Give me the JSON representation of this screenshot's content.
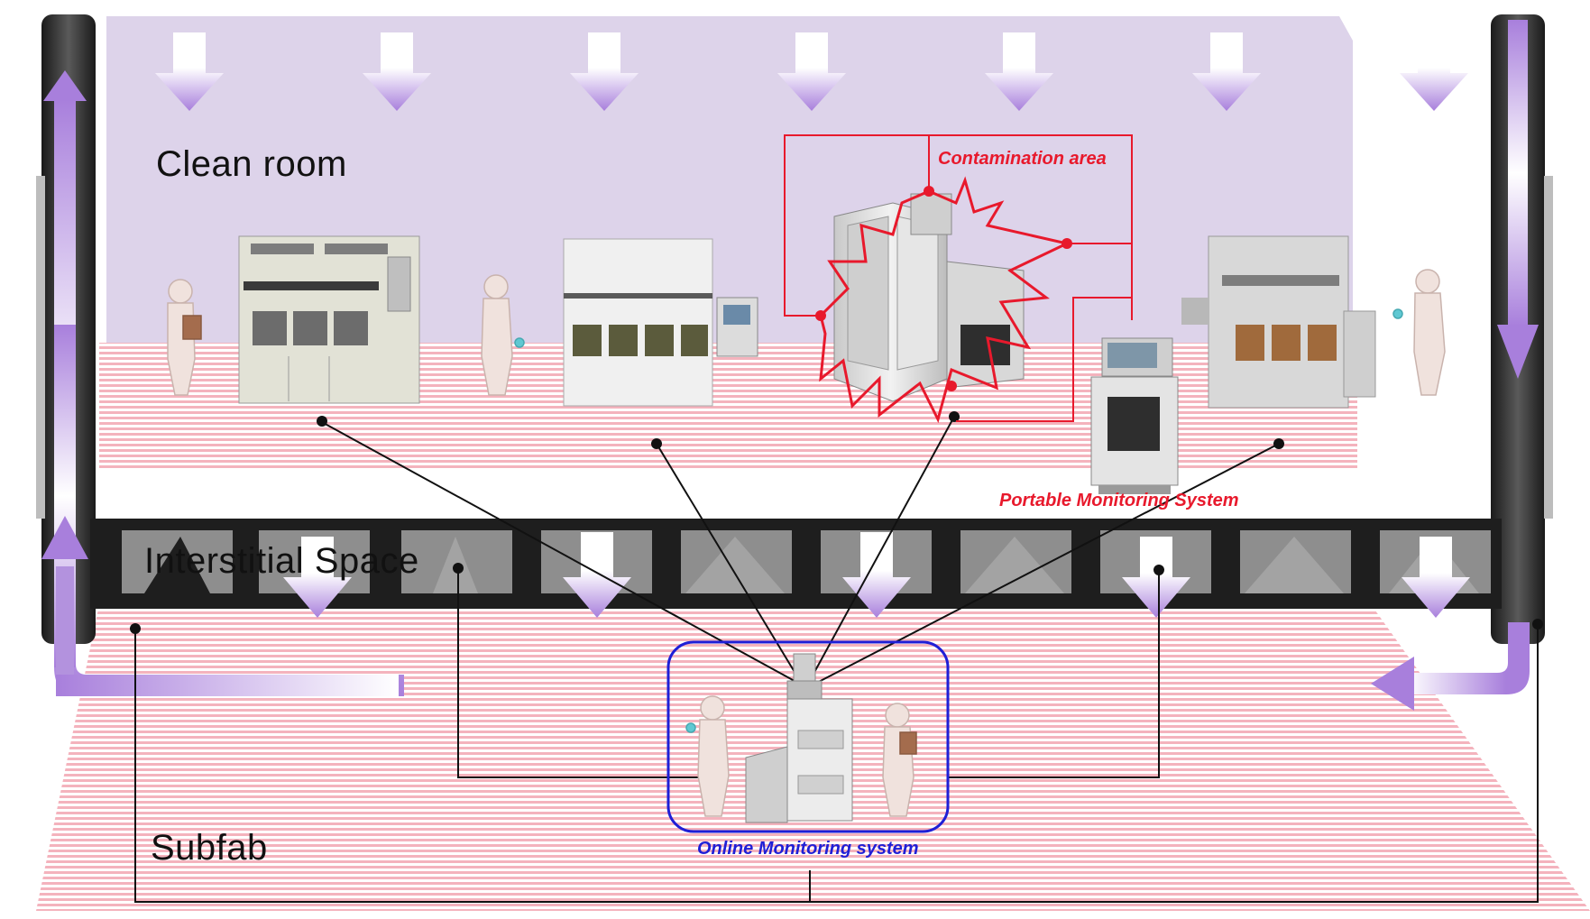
{
  "zones": {
    "clean_room": "Clean room",
    "interstitial": "Interstitial Space",
    "subfab": "Subfab"
  },
  "callouts": {
    "contamination": "Contamination area",
    "portable": "Portable Monitoring System",
    "online": "Online Monitoring system"
  },
  "colors": {
    "clean_room_bg": "#ddd3ea",
    "floor_stripe": "#f4b3bd",
    "airflow_arrow": "#a87fdc",
    "wall": "#2d2d2d",
    "interstitial_band": "#1e1e1e",
    "contamination_red": "#e8192c",
    "online_blue": "#1f1fd6",
    "connection_line": "#111111"
  },
  "icons": {
    "airflow": "down-arrow-icon",
    "return_air": "return-air-arrow-icon",
    "worker": "cleanroom-worker-icon",
    "tool": "process-tool-icon",
    "connection_node": "node-dot-icon"
  }
}
